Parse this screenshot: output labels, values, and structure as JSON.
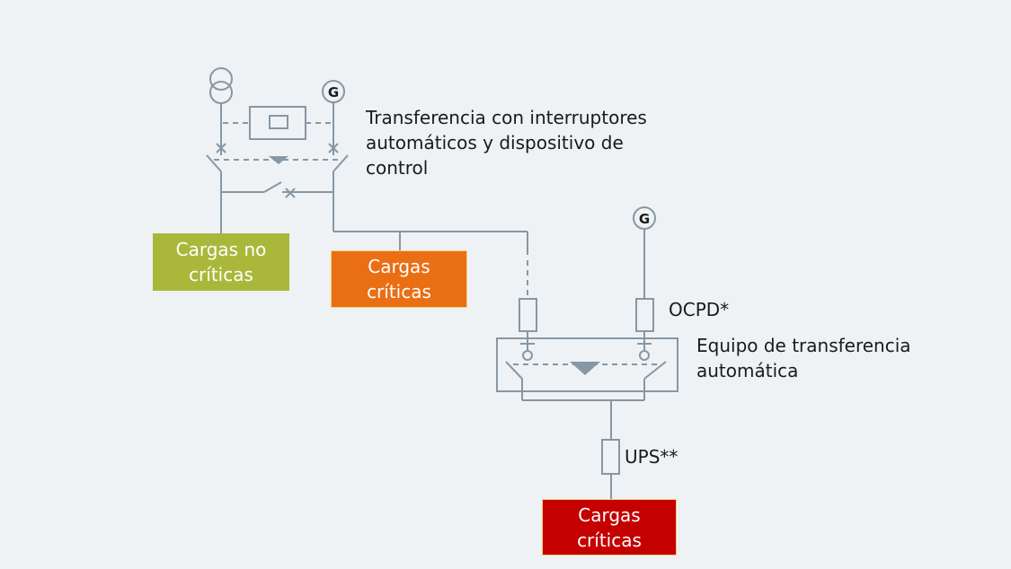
{
  "labels": {
    "transfer_breakers": [
      "Transferencia con interruptores",
      "automáticos y dispositivo de",
      "control"
    ],
    "ocpd": "OCPD*",
    "ats": [
      "Equipo de transferencia",
      "automática"
    ],
    "ups": "UPS**"
  },
  "boxes": {
    "non_critical": {
      "lines": [
        "Cargas no",
        "críticas"
      ],
      "color": "#a9b83a"
    },
    "critical_orange": {
      "lines": [
        "Cargas",
        "críticas"
      ],
      "color": "#ea6e14"
    },
    "critical_red": {
      "lines": [
        "Cargas",
        "críticas"
      ],
      "color": "#c50000"
    }
  },
  "symbols": {
    "generator_top": "G",
    "generator_right": "G"
  },
  "colors": {
    "line": "#8797a3",
    "background": "#eef2f5"
  }
}
